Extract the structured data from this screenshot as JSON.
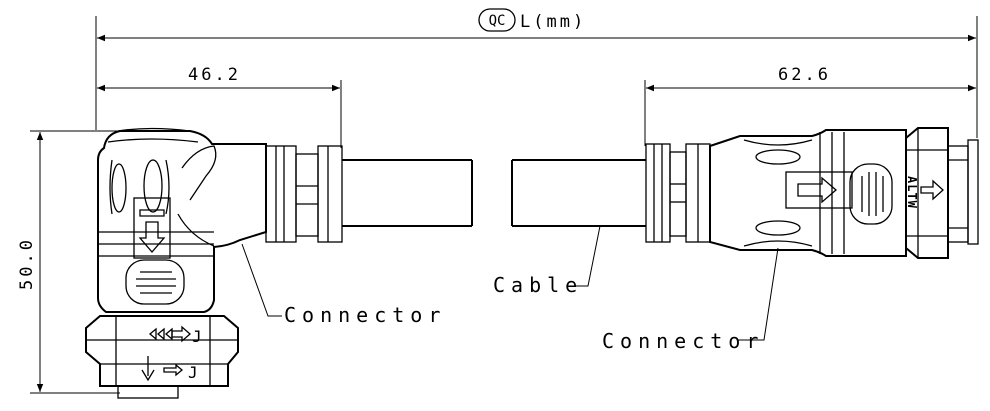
{
  "dimensions": {
    "overall": {
      "badge": "QC",
      "text": "L(mm)"
    },
    "left_length": "46.2",
    "right_length": "62.6",
    "height": "50.0"
  },
  "callouts": {
    "left_connector": "Connector",
    "cable": "Cable",
    "right_connector": "Connector"
  },
  "markings": {
    "right_plug": "ALTW",
    "lock_symbol": "J"
  }
}
